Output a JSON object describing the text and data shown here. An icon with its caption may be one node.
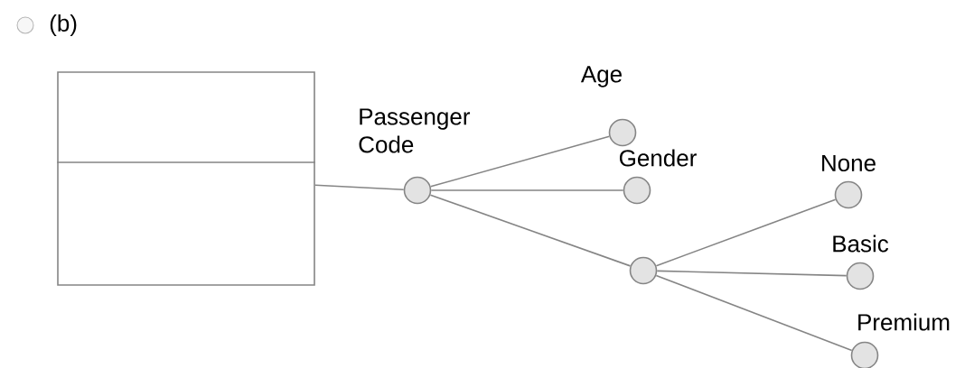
{
  "diagram": {
    "nodes": [
      {
        "text": [],
        "shape": "box"
      },
      {
        "text": [
          "Passenger Code"
        ]
      },
      {
        "text": [
          "Age"
        ]
      },
      {
        "text": [
          "Gender"
        ]
      },
      {
        "text": [],
        "shape": "circle"
      },
      {
        "text": [
          "None"
        ]
      },
      {
        "text": [
          "Basic"
        ]
      },
      {
        "text": [
          "Premium"
        ]
      }
    ],
    "edges": [
      {
        "from": 0,
        "to": 1,
        "arrow": "none"
      },
      {
        "from": 1,
        "to": 2,
        "arrow": "none"
      },
      {
        "from": 1,
        "to": 3,
        "arrow": "none"
      },
      {
        "from": 1,
        "to": 4,
        "arrow": "none"
      },
      {
        "from": 4,
        "to": 5,
        "arrow": "none"
      },
      {
        "from": 4,
        "to": 6,
        "arrow": "none"
      },
      {
        "from": 4,
        "to": 7,
        "arrow": "none"
      }
    ],
    "labels": [
      "(b)"
    ]
  }
}
